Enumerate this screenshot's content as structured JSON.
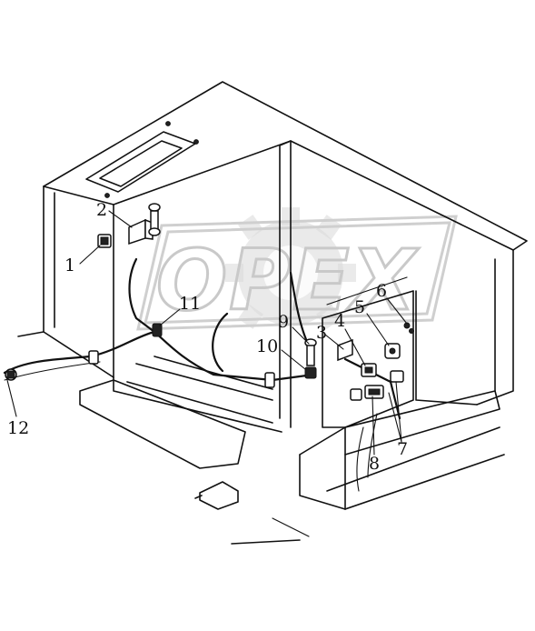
{
  "watermark": {
    "text": "OPEX"
  },
  "callouts": [
    {
      "id": "1",
      "label": "1"
    },
    {
      "id": "2",
      "label": "2"
    },
    {
      "id": "3",
      "label": "3"
    },
    {
      "id": "4",
      "label": "4"
    },
    {
      "id": "5",
      "label": "5"
    },
    {
      "id": "6",
      "label": "6"
    },
    {
      "id": "7",
      "label": "7"
    },
    {
      "id": "8",
      "label": "8"
    },
    {
      "id": "9",
      "label": "9"
    },
    {
      "id": "10",
      "label": "10"
    },
    {
      "id": "11",
      "label": "11"
    },
    {
      "id": "12",
      "label": "12"
    }
  ]
}
